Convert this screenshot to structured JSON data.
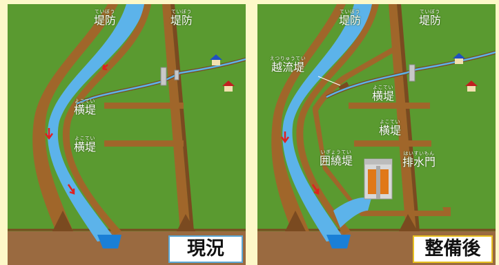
{
  "panel_before": {
    "stamp": "現況",
    "levee_left": {
      "ruby": "ていぼう",
      "kanji": "堤防"
    },
    "levee_right": {
      "ruby": "ていぼう",
      "kanji": "堤防"
    },
    "crossdike_1": {
      "ruby": "よこてい",
      "kanji": "横堤"
    },
    "crossdike_2": {
      "ruby": "よこてい",
      "kanji": "横堤"
    }
  },
  "panel_after": {
    "stamp": "整備後",
    "levee_left": {
      "ruby": "ていぼう",
      "kanji": "堤防"
    },
    "levee_right": {
      "ruby": "ていぼう",
      "kanji": "堤防"
    },
    "overflow_dike": {
      "ruby": "えつりゅうてい",
      "kanji": "越流堤"
    },
    "crossdike_1": {
      "ruby": "よこてい",
      "kanji": "横堤"
    },
    "crossdike_2": {
      "ruby": "よこてい",
      "kanji": "横堤"
    },
    "ring_dike": {
      "ruby": "いぎょうてい",
      "kanji": "囲繞堤"
    },
    "drain_gate": {
      "ruby": "はいすいもん",
      "kanji": "排水門"
    }
  },
  "colors": {
    "background": "#fdf8c8",
    "field_green": "#5a9a30",
    "dike_brown": "#a0662a",
    "river_blue": "#5cb3ea",
    "flow_arrow_red": "#e02020",
    "stamp_border_before": "#5aa7d6",
    "stamp_border_after": "#e8c020"
  }
}
